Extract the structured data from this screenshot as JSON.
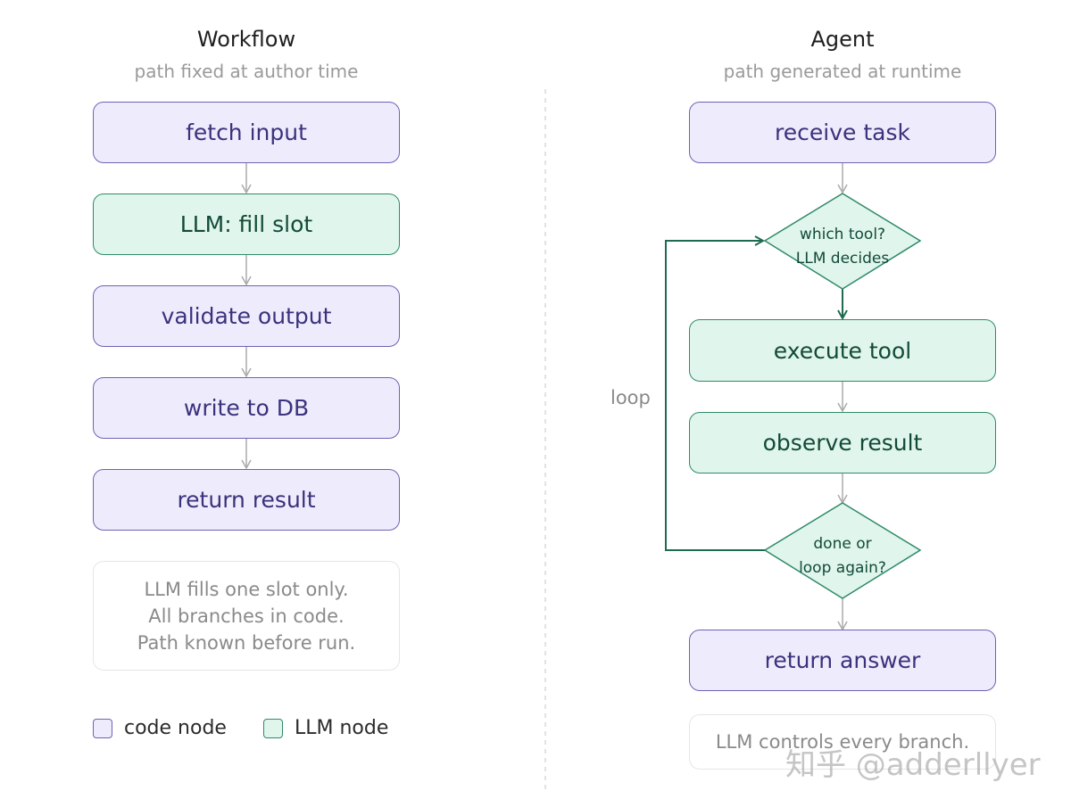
{
  "workflow": {
    "title": "Workflow",
    "subtitle": "path fixed at author time",
    "nodes": [
      {
        "label": "fetch input",
        "kind": "code"
      },
      {
        "label": "LLM: fill slot",
        "kind": "llm"
      },
      {
        "label": "validate output",
        "kind": "code"
      },
      {
        "label": "write to DB",
        "kind": "code"
      },
      {
        "label": "return result",
        "kind": "code"
      }
    ],
    "note": [
      "LLM fills one slot only.",
      "All branches in code.",
      "Path known before run."
    ]
  },
  "agent": {
    "title": "Agent",
    "subtitle": "path generated at runtime",
    "nodes": {
      "receive": "receive task",
      "decision1": [
        "which tool?",
        "LLM decides"
      ],
      "execute": "execute tool",
      "observe": "observe result",
      "decision2": [
        "done or",
        "loop again?"
      ],
      "answer": "return answer"
    },
    "loop_label": "loop",
    "note": "LLM controls every branch."
  },
  "legend": {
    "code": "code node",
    "llm": "LLM node"
  },
  "colors": {
    "code_fill": "#eeecfc",
    "code_border": "#6b63b5",
    "llm_fill": "#e0f5ec",
    "llm_border": "#2f8a68",
    "arrow": "#aaaaaa",
    "loop": "#1f6b50"
  },
  "watermark": "知乎 @adderllyer"
}
